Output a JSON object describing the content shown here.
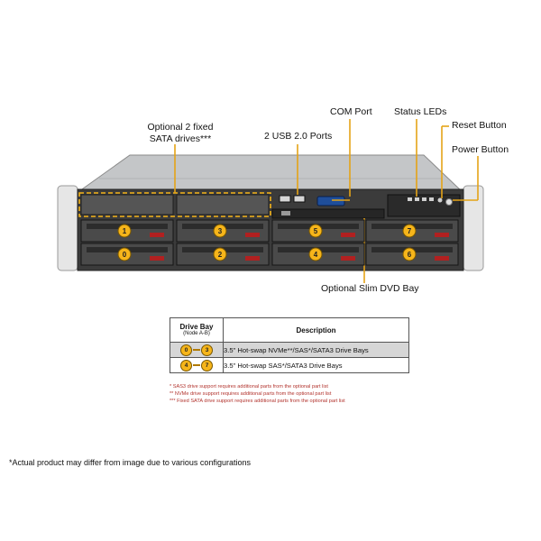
{
  "callouts": {
    "optional_sata_line1": "Optional 2 fixed",
    "optional_sata_line2": "SATA drives***",
    "usb": "2 USB 2.0 Ports",
    "com": "COM Port",
    "status_leds": "Status LEDs",
    "reset": "Reset Button",
    "power": "Power Button",
    "dvd": "Optional Slim DVD Bay"
  },
  "drive_bays": {
    "top_row": [
      "1",
      "3",
      "5",
      "7"
    ],
    "bottom_row": [
      "0",
      "2",
      "4",
      "6"
    ]
  },
  "table": {
    "header_bay": "Drive Bay",
    "header_bay_sub": "(Node A-B)",
    "header_desc": "Description",
    "rows": [
      {
        "from": "0",
        "to": "3",
        "desc": "3.5\" Hot-swap NVMe**/SAS*/SATA3 Drive Bays"
      },
      {
        "from": "4",
        "to": "7",
        "desc": "3.5\" Hot-swap SAS*/SATA3 Drive Bays"
      }
    ]
  },
  "footnotes": [
    "* SAS3 drive support requires additional parts from the optional part list",
    "** NVMe drive support requires additional parts from the optional part list",
    "*** Fixed SATA drive support requires additional parts from the optional part list"
  ],
  "disclaimer": "*Actual product may differ from image due to various configurations",
  "colors": {
    "accent": "#f6b51a",
    "callout_line": "#e4a317",
    "footnote": "#b2332d",
    "chassis": "#3a3a3a"
  }
}
